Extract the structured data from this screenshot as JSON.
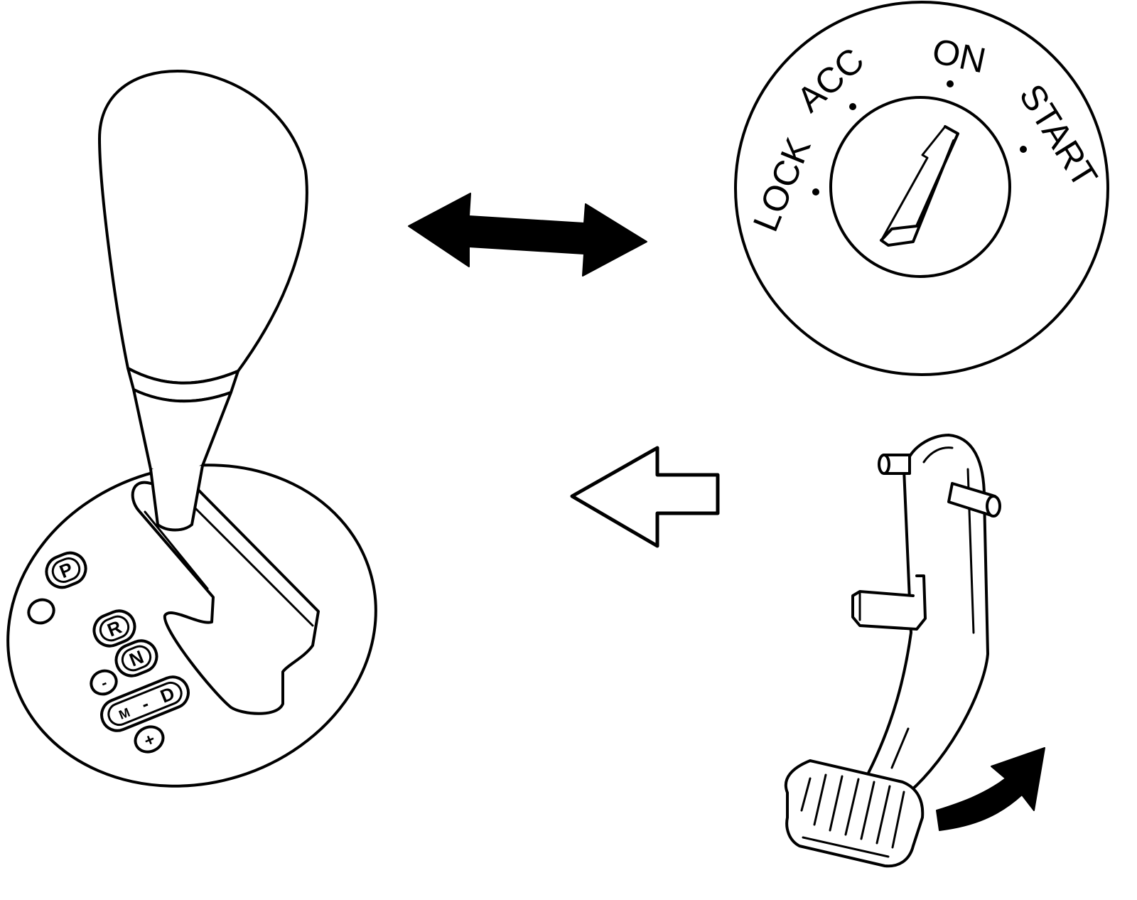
{
  "ignition": {
    "positions": [
      {
        "label": "LOCK"
      },
      {
        "label": "ACC"
      },
      {
        "label": "ON"
      },
      {
        "label": "START"
      }
    ]
  },
  "shifter": {
    "gates": [
      {
        "label": "P"
      },
      {
        "label": "R"
      },
      {
        "label": "N"
      },
      {
        "label": "D"
      },
      {
        "label": "M"
      }
    ],
    "shift_marks": [
      {
        "label": "-"
      },
      {
        "label": "-"
      },
      {
        "label": "+"
      }
    ]
  },
  "colors": {
    "line": "#000000",
    "background": "#ffffff"
  }
}
